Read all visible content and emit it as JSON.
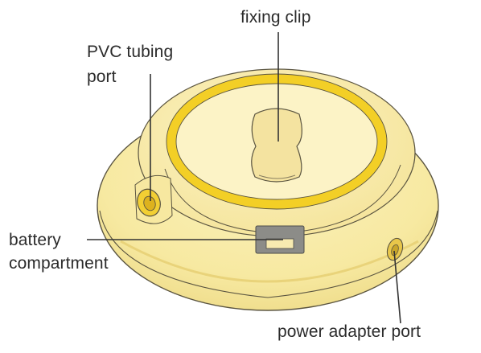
{
  "labels": {
    "fixing_clip": "fixing clip",
    "pvc_tubing_port_line1": "PVC tubing",
    "pvc_tubing_port_line2": "port",
    "battery_compartment_line1": "battery",
    "battery_compartment_line2": "compartment",
    "power_adapter_port": "power adapter port"
  },
  "colors": {
    "body_fill": "#f8eba5",
    "body_shadow": "#efdc86",
    "yellow_ring": "#f3cf26",
    "outline": "#5a5440",
    "leader_line": "#333333",
    "compartment": "#8c8c88"
  }
}
